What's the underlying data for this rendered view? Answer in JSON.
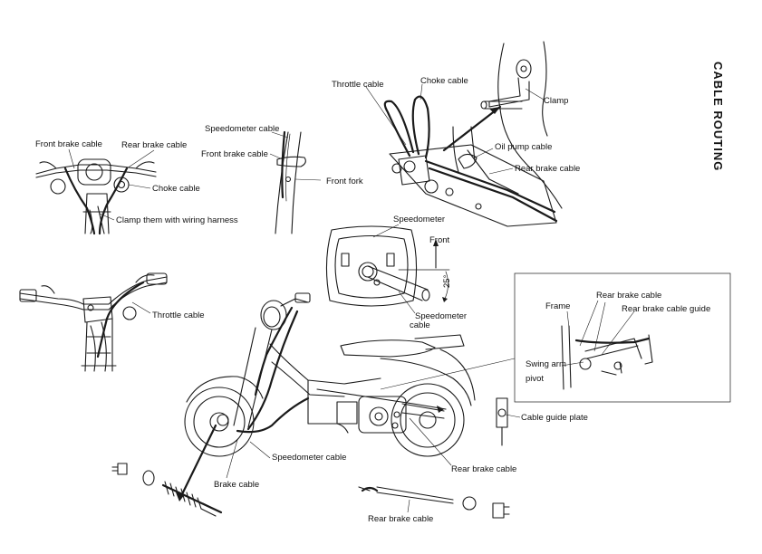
{
  "title": "CABLE ROUTING",
  "labels": {
    "front_brake_cable": "Front brake cable",
    "rear_brake_cable_top": "Rear brake cable",
    "choke_cable_left": "Choke cable",
    "clamp_wiring": "Clamp them with wiring harness",
    "speedometer_cable_fork": "Speedometer cable",
    "front_brake_cable_fork": "Front brake cable",
    "front_fork": "Front fork",
    "throttle_cable_top": "Throttle cable",
    "choke_cable_top": "Choke cable",
    "clamp": "Clamp",
    "oil_pump_cable": "Oil pump cable",
    "rear_brake_cable_carb": "Rear brake cable",
    "speedometer": "Speedometer",
    "front": "Front",
    "angle": "25°",
    "speedometer_cable_gauge_1": "Speedometer",
    "speedometer_cable_gauge_2": "cable",
    "throttle_cable_left": "Throttle cable",
    "frame": "Frame",
    "rear_brake_cable_inset": "Rear brake cable",
    "rear_brake_cable_guide": "Rear brake cable guide",
    "swing_arm_pivot_1": "Swing arm",
    "swing_arm_pivot_2": "pivot",
    "cable_guide_plate": "Cable guide plate",
    "speedometer_cable_main": "Speedometer cable",
    "rear_brake_cable_main": "Rear brake cable",
    "brake_cable": "Brake cable",
    "rear_brake_cable_bottom": "Rear brake cable"
  }
}
